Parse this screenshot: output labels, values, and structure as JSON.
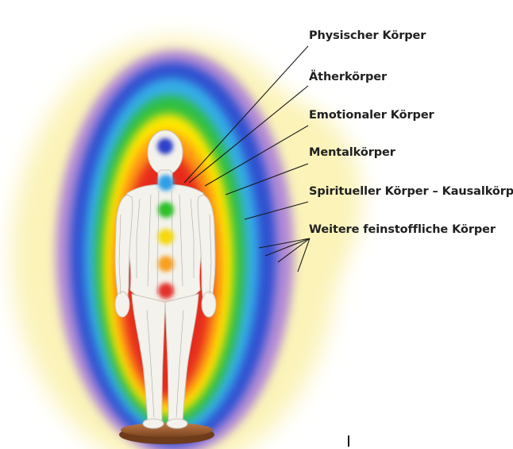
{
  "labels": [
    "Physischer Körper",
    "Ätherkörper",
    "Emotionaler Körper",
    "Mentalkörper",
    "Spiritueller Körper – Kausalkörper",
    "Weitere feinstoffliche Körper"
  ],
  "colors": {
    "glow": "#fbf3b8",
    "violet": "#b38ad6",
    "blue": "#2f4fd0",
    "light_blue": "#36aee8",
    "green": "#2fbf3f",
    "yellow": "#ffe800",
    "orange": "#ff9a12",
    "red": "#e62a1f",
    "body": "#f4f2ec",
    "base": "#a25e2d",
    "chakra_indigo": "#2d3fc9",
    "chakra_blue": "#2e9fe6",
    "chakra_green": "#2fbf2a",
    "chakra_yellow": "#f5d90e",
    "chakra_orange": "#f6a021",
    "chakra_red": "#e3322c",
    "line": "#1a1a1a"
  }
}
